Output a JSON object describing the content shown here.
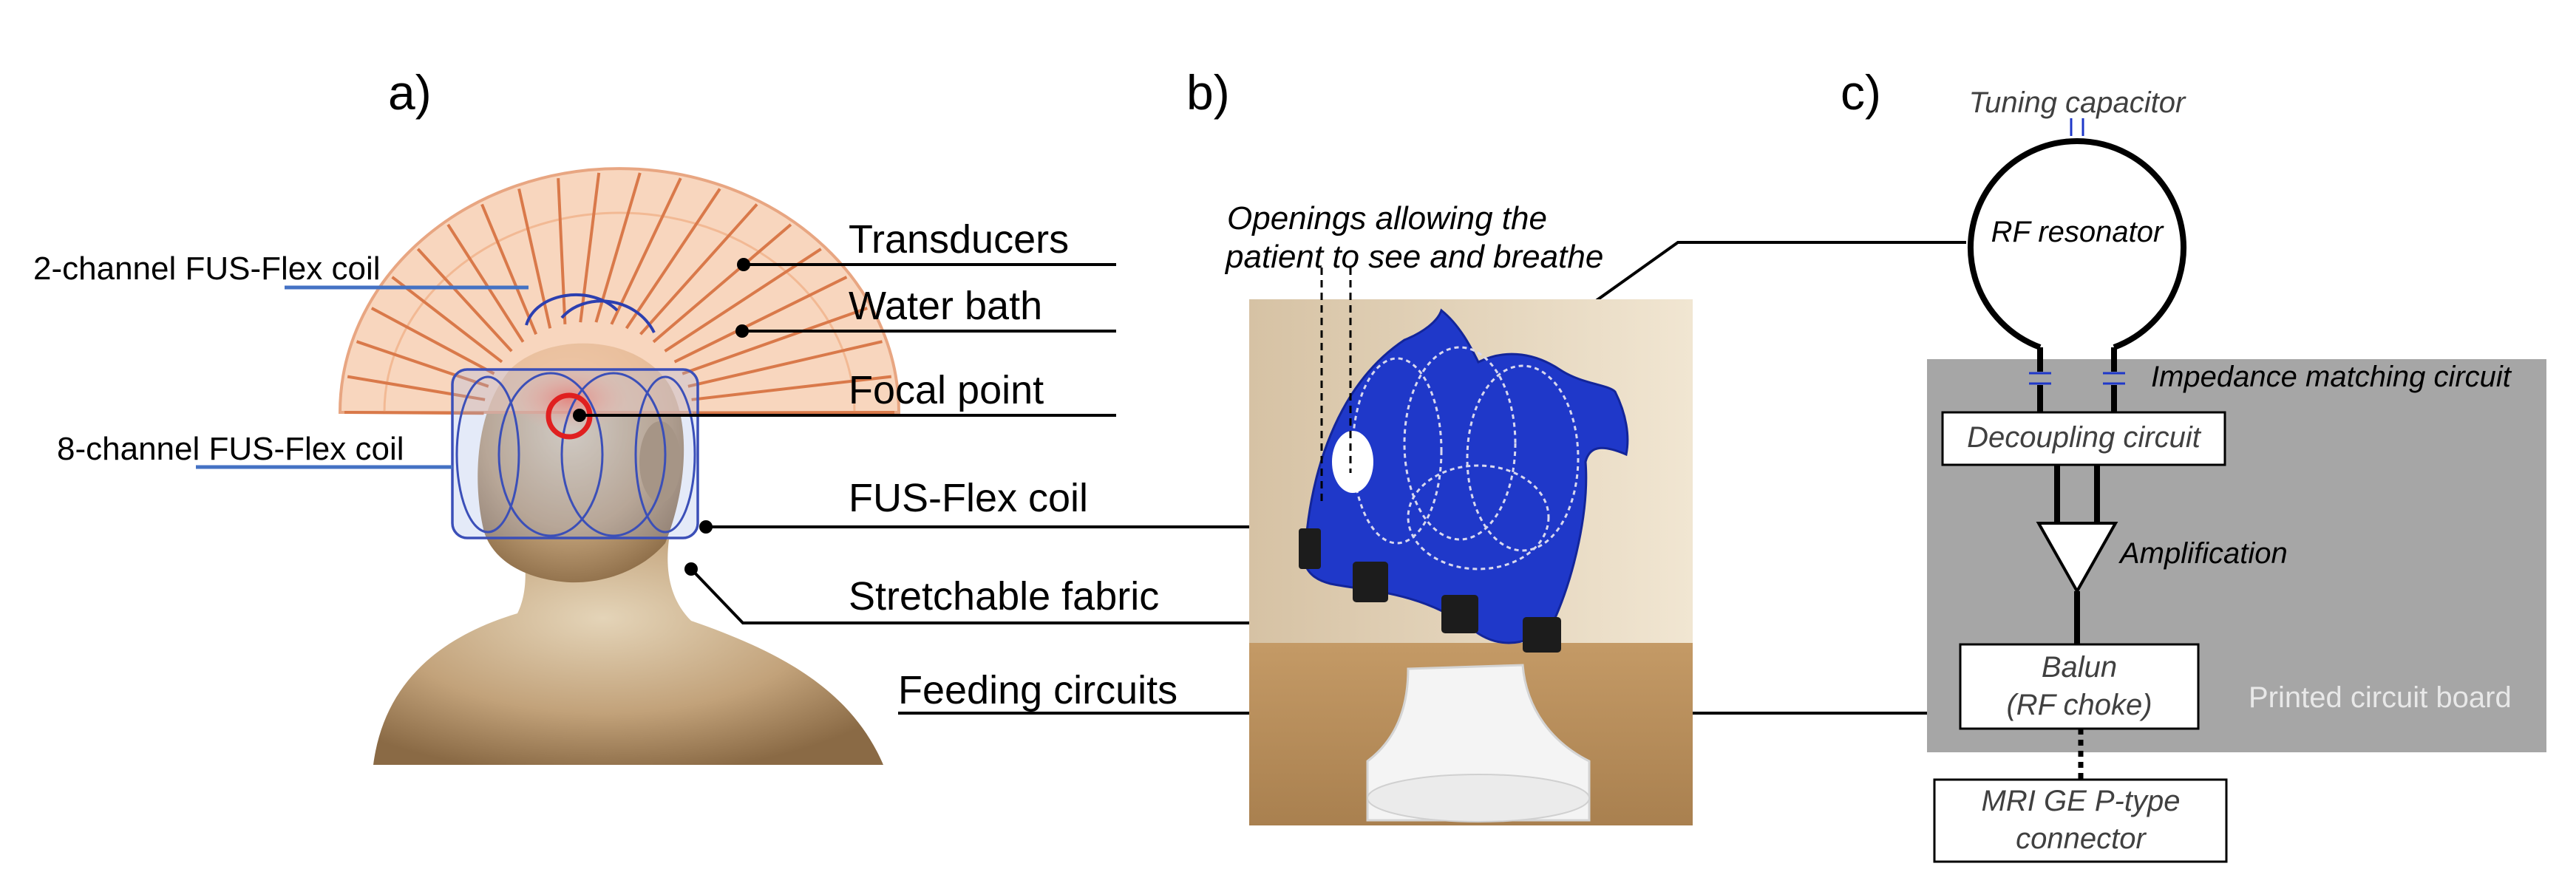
{
  "panels": {
    "a": "a)",
    "b": "b)",
    "c": "c)"
  },
  "panel_a": {
    "two_channel": "2-channel FUS-Flex coil",
    "eight_channel": "8-channel FUS-Flex coil",
    "labels": [
      "Transducers",
      "Water bath",
      "Focal point",
      "FUS-Flex coil",
      "Stretchable fabric",
      "Feeding circuits"
    ]
  },
  "panel_b": {
    "openings_line1": "Openings allowing the",
    "openings_line2": "patient to see and breathe"
  },
  "panel_c": {
    "tuning_capacitor": "Tuning capacitor",
    "rf_resonator": "RF resonator",
    "impedance_matching": "Impedance matching circuit",
    "decoupling": "Decoupling circuit",
    "amplification": "Amplification",
    "balun_line1": "Balun",
    "balun_line2": "(RF choke)",
    "pcb": "Printed circuit board",
    "mri_line1": "MRI GE P-type",
    "mri_line2": "connector"
  },
  "colors": {
    "coil_blue": "#4472c4",
    "focal_red": "#e02020",
    "water_bath": "#f6c8a8",
    "transducer_orange": "#d9794a",
    "cap_blue": "#1f38c9",
    "pcb_gray": "#a6a6a6",
    "skin": "#c2a27a"
  }
}
